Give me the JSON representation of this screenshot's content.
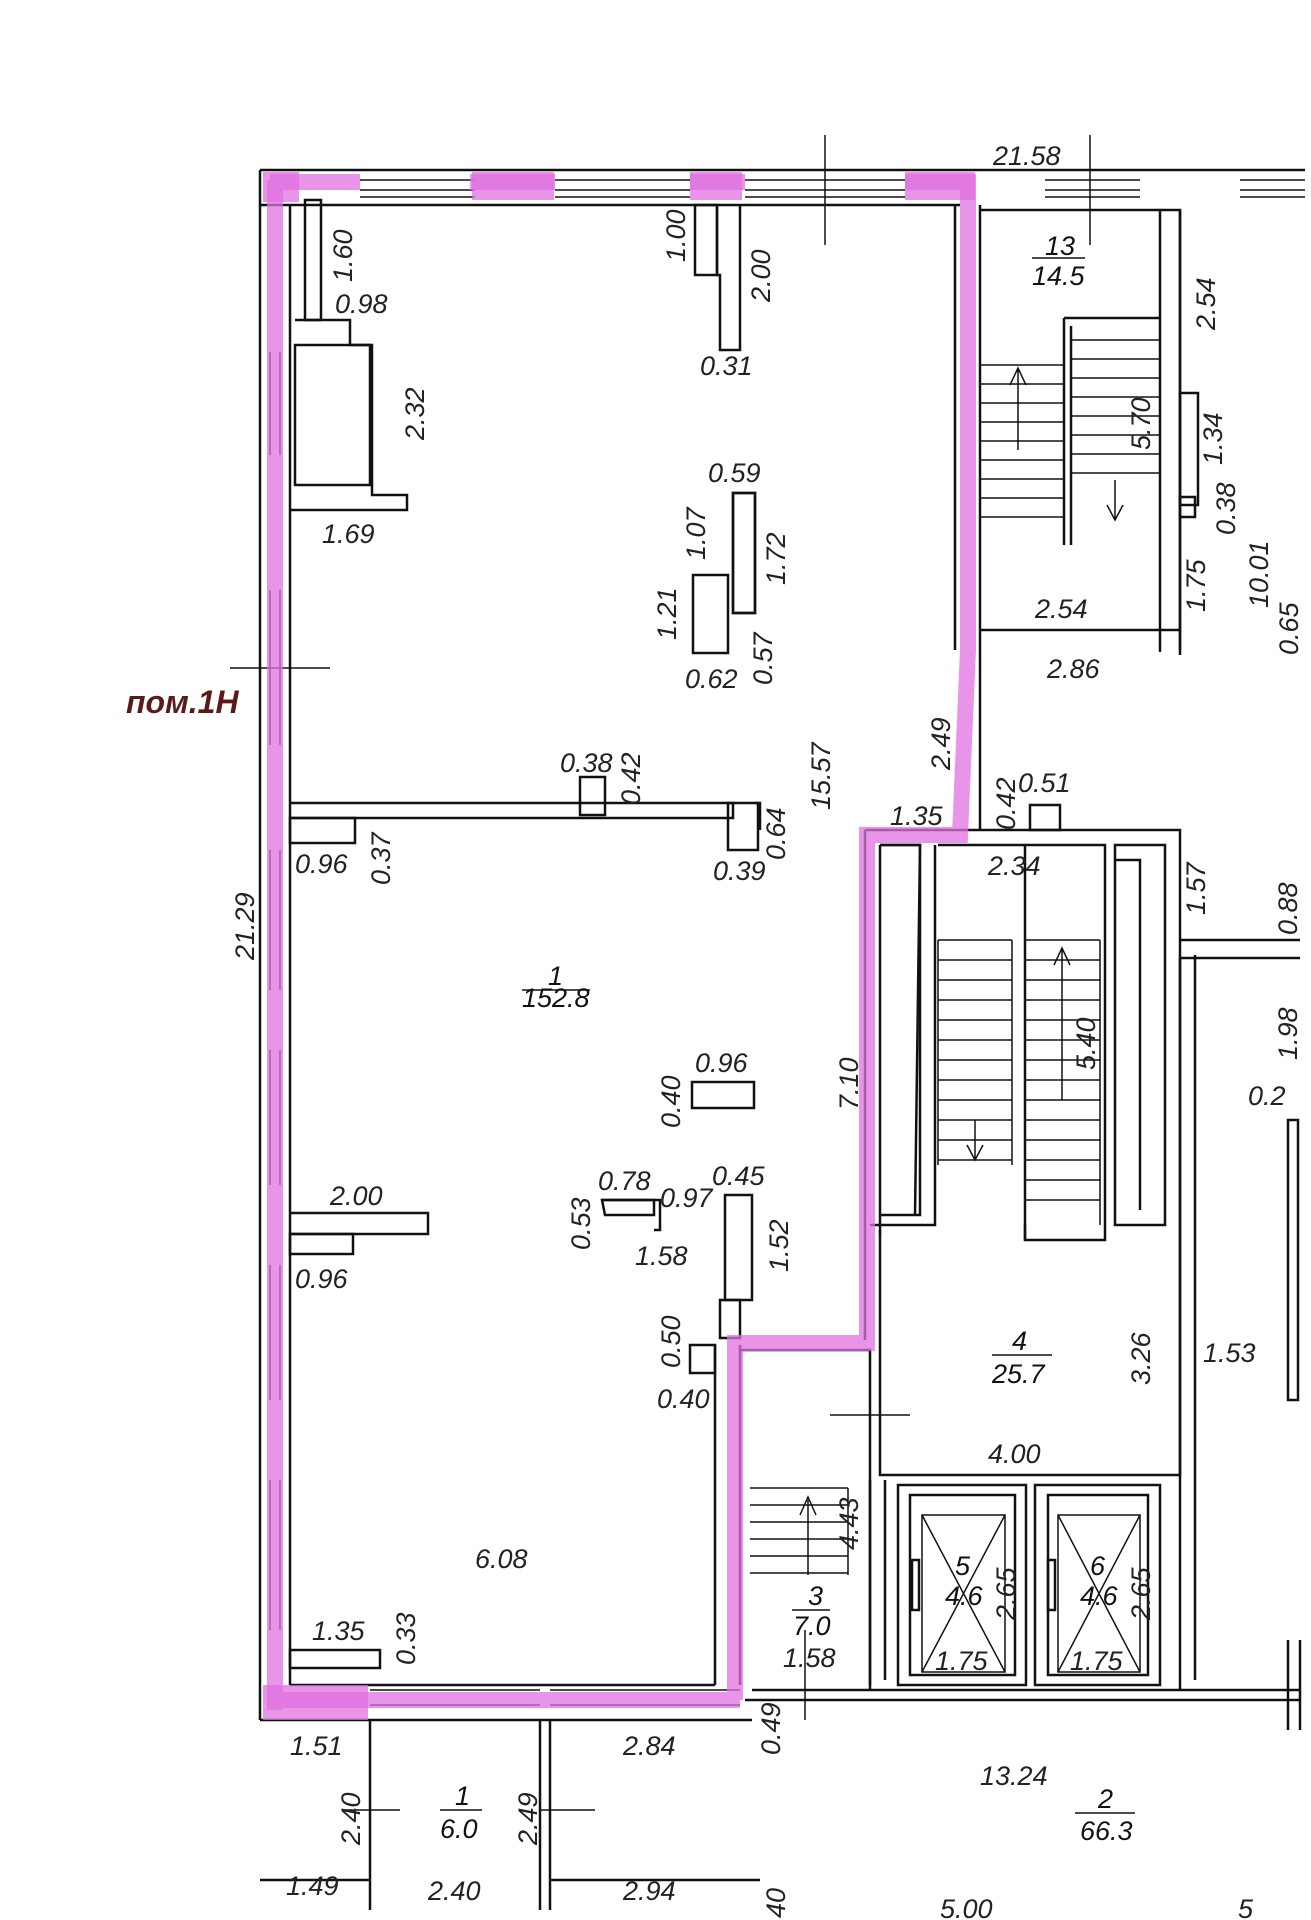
{
  "premise_label": "пом.1Н",
  "rooms": {
    "r1_num": "1",
    "r1_area": "152.8",
    "r1b_num": "1",
    "r1b_area": "6.0",
    "r2_num": "2",
    "r2_area": "66.3",
    "r3_num": "3",
    "r3_area": "7.0",
    "r4_num": "4",
    "r4_area": "25.7",
    "r5_num": "5",
    "r5_area": "4.6",
    "r6_num": "6",
    "r6_area": "4.6",
    "r13_num": "13",
    "r13_area": "14.5"
  },
  "dims": {
    "d21_58": "21.58",
    "d1_60": "1.60",
    "d0_98": "0.98",
    "d1_00": "1.00",
    "d2_00a": "2.00",
    "d0_31": "0.31",
    "d2_32": "2.32",
    "d1_69": "1.69",
    "d0_59": "0.59",
    "d1_07": "1.07",
    "d1_72": "1.72",
    "d1_21": "1.21",
    "d0_57a": "0.57",
    "d0_62": "0.62",
    "d15_57": "15.57",
    "d2_49a": "2.49",
    "d0_38a": "0.38",
    "d0_42a": "0.42",
    "d0_64": "0.64",
    "d0_39": "0.39",
    "d0_96a": "0.96",
    "d0_37": "0.37",
    "d21_29": "21.29",
    "d0_40a": "0.40",
    "d0_96b": "0.96",
    "d2_00b": "2.00",
    "d0_96c": "0.96",
    "d0_78": "0.78",
    "d0_97": "0.97",
    "d0_45": "0.45",
    "d0_53": "0.53",
    "d1_58a": "1.58",
    "d1_52": "1.52",
    "d0_50": "0.50",
    "d0_40b": "0.40",
    "d6_08": "6.08",
    "d1_35a": "1.35",
    "d0_33": "0.33",
    "d1_51": "1.51",
    "d2_84": "2.84",
    "d0_49": "0.49",
    "d2_40a": "2.40",
    "d2_49b": "2.49",
    "d1_49": "1.49",
    "d2_40b": "2.40",
    "d2_94": "2.94",
    "d13_24": "13.24",
    "d1_35b": "1.35",
    "d0_42b": "0.42",
    "d0_51": "0.51",
    "d2_34": "2.34",
    "d1_57": "1.57",
    "d7_10": "7.10",
    "d5_40": "5.40",
    "d3_26": "3.26",
    "d1_53": "1.53",
    "d4_00": "4.00",
    "d4_43": "4.43",
    "d1_58b": "1.58",
    "d2_65a": "2.65",
    "d1_75a": "1.75",
    "d2_65b": "2.65",
    "d1_75b": "1.75",
    "d2_54a": "2.54",
    "d1_34": "1.34",
    "d0_38b": "0.38",
    "d1_75c": "1.75",
    "d10_01": "10.01",
    "d0_65": "0.65",
    "d2_54b": "2.54",
    "d2_86": "2.86",
    "d5_70": "5.70",
    "d1_98": "1.98",
    "d0_2": "0.2",
    "d0_88": "0.88",
    "d40": "40",
    "d5": "5",
    "d5_xx": "5.00"
  },
  "colors": {
    "highlight": "#e070e0",
    "ink": "#111111",
    "label": "#5a1a1a"
  }
}
